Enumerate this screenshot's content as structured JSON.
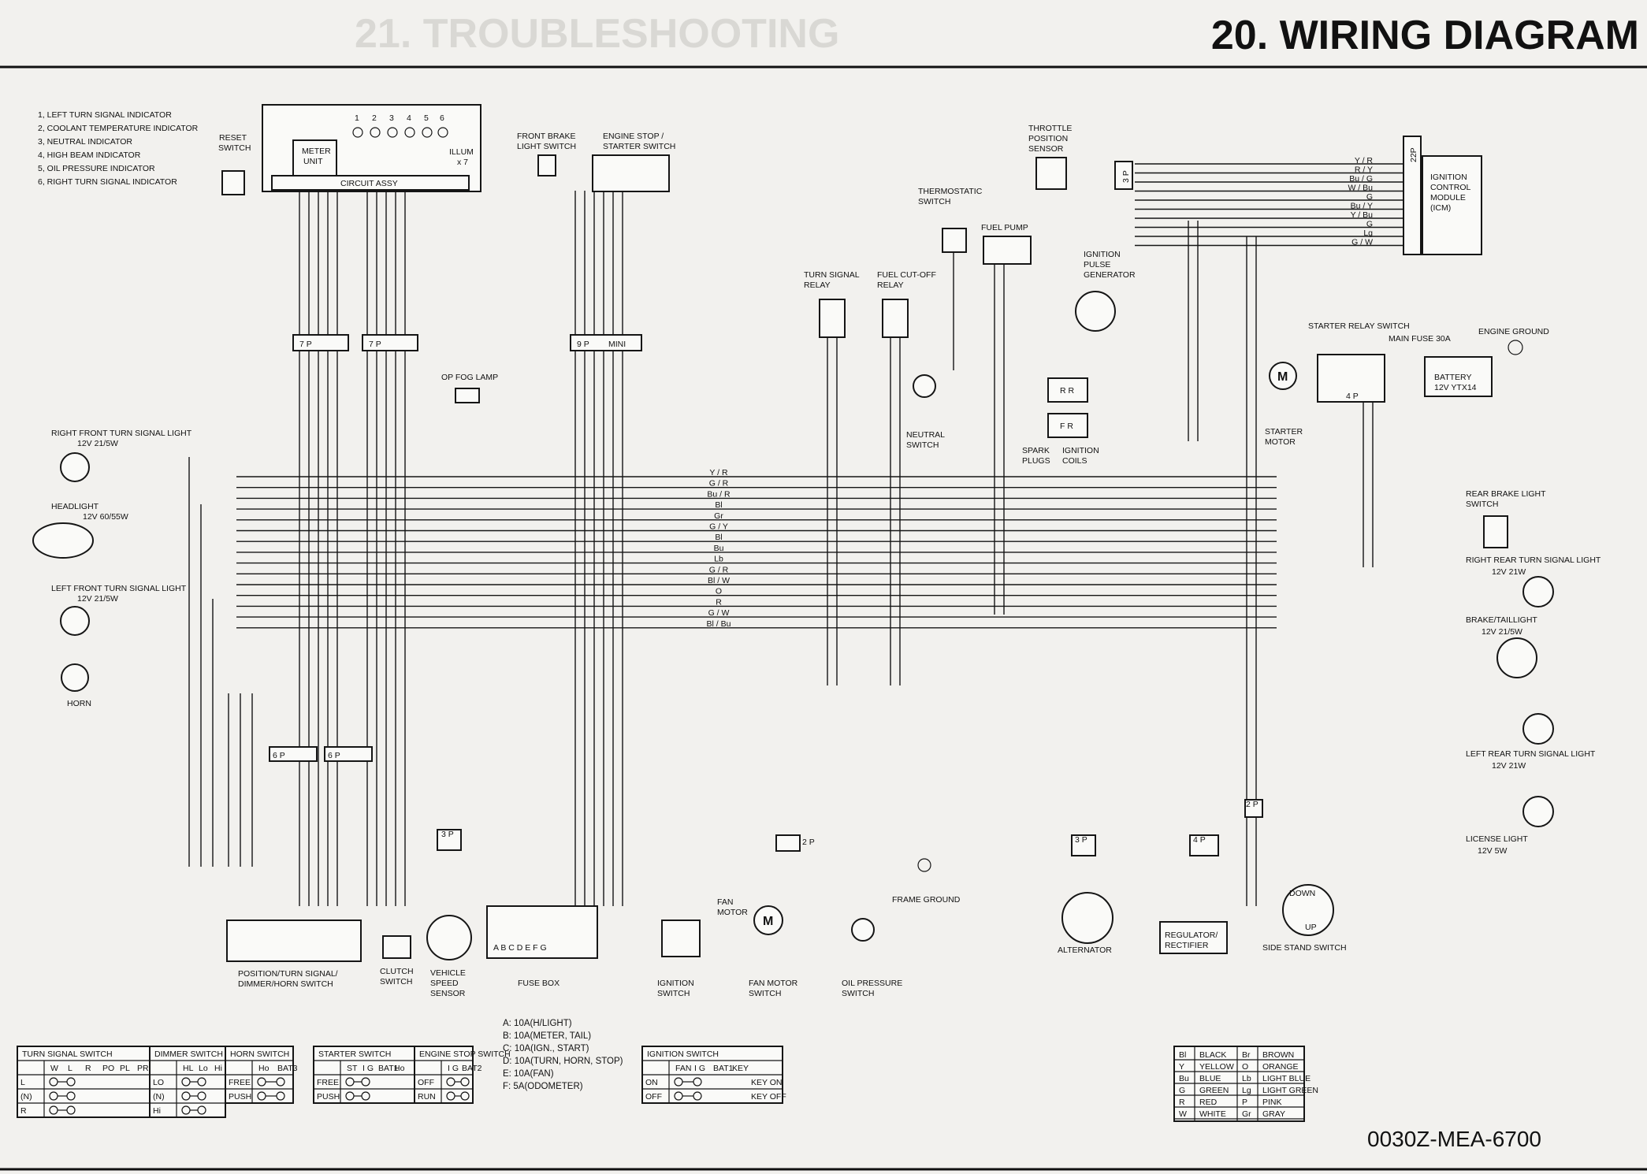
{
  "header": {
    "title": "20. WIRING DIAGRAM",
    "ghost_title": "21. TROUBLESHOOTING",
    "part_number": "0030Z-MEA-6700"
  },
  "indicators": [
    "1, LEFT TURN SIGNAL INDICATOR",
    "2, COOLANT TEMPERATURE INDICATOR",
    "3, NEUTRAL INDICATOR",
    "4, HIGH BEAM INDICATOR",
    "5, OIL PRESSURE INDICATOR",
    "6, RIGHT TURN SIGNAL INDICATOR"
  ],
  "meter": {
    "reset_switch": [
      "RESET",
      "SWITCH"
    ],
    "meter_unit": [
      "METER",
      "UNIT"
    ],
    "circuit_assy": "CIRCUIT ASSY",
    "illum": [
      "ILLUM",
      "x 7"
    ],
    "numbers": [
      "1",
      "2",
      "3",
      "4",
      "5",
      "6"
    ]
  },
  "components": {
    "front_brake": [
      "FRONT BRAKE",
      "LIGHT SWITCH"
    ],
    "engine_stop": [
      "ENGINE STOP /",
      "STARTER SWITCH"
    ],
    "throttle": [
      "THROTTLE",
      "POSITION",
      "SENSOR"
    ],
    "icm": [
      "IGNITION",
      "CONTROL",
      "MODULE",
      "(ICM)"
    ],
    "thermostatic": [
      "THERMOSTATIC",
      "SWITCH"
    ],
    "fuel_pump": "FUEL PUMP",
    "pulse_gen": [
      "IGNITION",
      "PULSE",
      "GENERATOR"
    ],
    "turn_relay": [
      "TURN SIGNAL",
      "RELAY"
    ],
    "fuel_cut": [
      "FUEL CUT-OFF",
      "RELAY"
    ],
    "starter_relay": "STARTER RELAY SWITCH",
    "main_fuse": "MAIN FUSE 30A",
    "engine_ground": "ENGINE GROUND",
    "battery": [
      "BATTERY",
      "12V YTX14"
    ],
    "starter_motor": [
      "STARTER",
      "MOTOR"
    ],
    "neutral_switch": [
      "NEUTRAL",
      "SWITCH"
    ],
    "spark_plugs": [
      "SPARK",
      "PLUGS"
    ],
    "ignition_coils": [
      "IGNITION",
      "COILS"
    ],
    "op_fog": "OP FOG LAMP",
    "rf_turn": [
      "RIGHT FRONT TURN SIGNAL LIGHT",
      "12V 21/5W"
    ],
    "headlight": [
      "HEADLIGHT",
      "12V 60/55W"
    ],
    "lf_turn": [
      "LEFT FRONT TURN SIGNAL LIGHT",
      "12V 21/5W"
    ],
    "horn": "HORN",
    "rear_brake": [
      "REAR BRAKE LIGHT",
      "SWITCH"
    ],
    "rr_turn": [
      "RIGHT REAR TURN SIGNAL LIGHT",
      "12V 21W"
    ],
    "brake_tail": [
      "BRAKE/TAILLIGHT",
      "12V 21/5W"
    ],
    "lr_turn": [
      "LEFT REAR TURN SIGNAL LIGHT",
      "12V 21W"
    ],
    "license": [
      "LICENSE LIGHT",
      "12V 5W"
    ],
    "position_sw": [
      "POSITION/TURN SIGNAL/",
      "DIMMER/HORN SWITCH"
    ],
    "clutch": [
      "CLUTCH",
      "SWITCH"
    ],
    "speed_sensor": [
      "VEHICLE",
      "SPEED",
      "SENSOR"
    ],
    "fuse_box": "FUSE BOX",
    "fuse_letters": "A B C D   E   F     G",
    "ignition_sw": [
      "IGNITION",
      "SWITCH"
    ],
    "fan_motor": [
      "FAN",
      "MOTOR"
    ],
    "fan_motor_sw": [
      "FAN MOTOR",
      "SWITCH"
    ],
    "oil_pressure": [
      "OIL PRESSURE",
      "SWITCH"
    ],
    "frame_ground": "FRAME GROUND",
    "alternator": "ALTERNATOR",
    "regulator": [
      "REGULATOR/",
      "RECTIFIER"
    ],
    "side_stand": "SIDE STAND SWITCH",
    "side_down": "DOWN",
    "side_up": "UP"
  },
  "connectors": {
    "c7p": "7 P",
    "c9p": "9 P",
    "mini": "MINI",
    "c3p": "3 P",
    "c2p": "2 P",
    "c4p": "4 P",
    "c6p": "6 P",
    "c22p": "22P",
    "rr": "R R",
    "fr": "F R"
  },
  "wire_bus": [
    "Y / R",
    "G / R",
    "Bu / R",
    "Bl",
    "Gr",
    "G / Y",
    "Bl",
    "Bu",
    "Lb",
    "G / R",
    "Bl / W",
    "O",
    "R",
    "G / W",
    "Bl / Bu"
  ],
  "icm_wires": [
    "Y / R",
    "R / Y",
    "Bu / G",
    "W / Bu",
    "G",
    "Bu / Y",
    "Y / Bu",
    "G",
    "Lg",
    "G / W"
  ],
  "fuses": [
    "A: 10A(H/LIGHT)",
    "B: 10A(METER, TAIL)",
    "C: 10A(IGN., START)",
    "D: 10A(TURN, HORN, STOP)",
    "E: 10A(FAN)",
    "F:  5A(ODOMETER)"
  ],
  "tables": {
    "turn": {
      "title": "TURN SIGNAL SWITCH",
      "cols": [
        "W",
        "L",
        "R",
        "PO",
        "PL",
        "PR"
      ],
      "rows": [
        "L",
        "(N)",
        "R"
      ]
    },
    "dimmer": {
      "title": "DIMMER SWITCH",
      "cols": [
        "HL",
        "Lo",
        "Hi"
      ],
      "rows": [
        "LO",
        "(N)",
        "Hi"
      ]
    },
    "horn": {
      "title": "HORN SWITCH",
      "cols": [
        "Ho",
        "BAT3"
      ],
      "rows": [
        "FREE",
        "PUSH"
      ]
    },
    "starter": {
      "title": "STARTER SWITCH",
      "cols": [
        "ST",
        "I G",
        "BAT1",
        "Ho"
      ],
      "rows": [
        "FREE",
        "PUSH"
      ]
    },
    "engine_stop": {
      "title": "ENGINE STOP SWITCH",
      "cols": [
        "I G",
        "BAT2"
      ],
      "rows": [
        "OFF",
        "RUN"
      ]
    },
    "ignition": {
      "title": "IGNITION SWITCH",
      "cols": [
        "FAN",
        "I G",
        "BAT1",
        "KEY"
      ],
      "rows": [
        "ON",
        "OFF"
      ],
      "key": [
        "KEY ON",
        "KEY OFF"
      ]
    }
  },
  "color_legend": [
    [
      "Bl",
      "BLACK",
      "Br",
      "BROWN"
    ],
    [
      "Y",
      "YELLOW",
      "O",
      "ORANGE"
    ],
    [
      "Bu",
      "BLUE",
      "Lb",
      "LIGHT BLUE"
    ],
    [
      "G",
      "GREEN",
      "Lg",
      "LIGHT GREEN"
    ],
    [
      "R",
      "RED",
      "P",
      "PINK"
    ],
    [
      "W",
      "WHITE",
      "Gr",
      "GRAY"
    ]
  ]
}
